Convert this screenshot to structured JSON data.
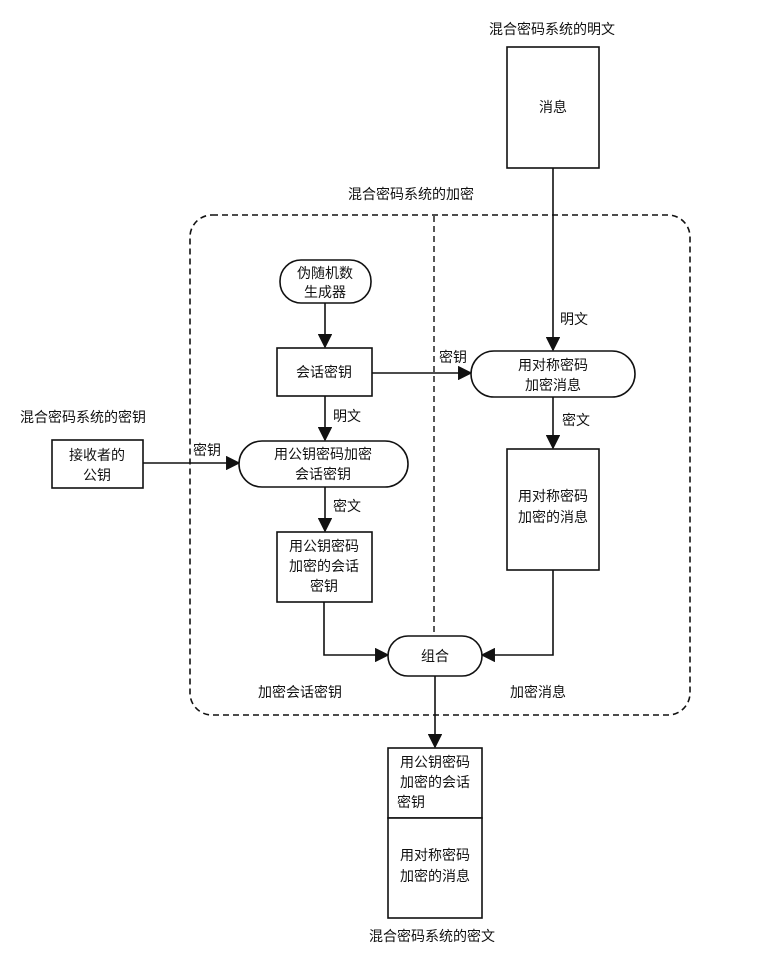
{
  "title_plaintext": "混合密码系统的明文",
  "title_encryption": "混合密码系统的加密",
  "title_key": "混合密码系统的密钥",
  "title_ciphertext": "混合密码系统的密文",
  "nodes": {
    "message": [
      "消息"
    ],
    "prng": [
      "伪随机数",
      "生成器"
    ],
    "session_key": [
      "会话密钥"
    ],
    "receiver_pubkey": [
      "接收者的",
      "公钥"
    ],
    "pk_encrypt": [
      "用公钥密码加密",
      "会话密钥"
    ],
    "pk_encrypted_key": [
      "用公钥密码",
      "加密的会话",
      "密钥"
    ],
    "sym_encrypt": [
      "用对称密码",
      "加密消息"
    ],
    "sym_encrypted_msg": [
      "用对称密码",
      "加密的消息"
    ],
    "combine": [
      "组合"
    ],
    "out_key": [
      "用公钥密码",
      "加密的会话",
      "密钥"
    ],
    "out_msg": [
      "用对称密码",
      "加密的消息"
    ]
  },
  "edge_labels": {
    "plaintext_top": "明文",
    "key_top": "密钥",
    "cipher_right": "密文",
    "plaintext_left": "明文",
    "key_left": "密钥",
    "cipher_left": "密文"
  },
  "region_labels": {
    "left": "加密会话密钥",
    "right": "加密消息"
  }
}
